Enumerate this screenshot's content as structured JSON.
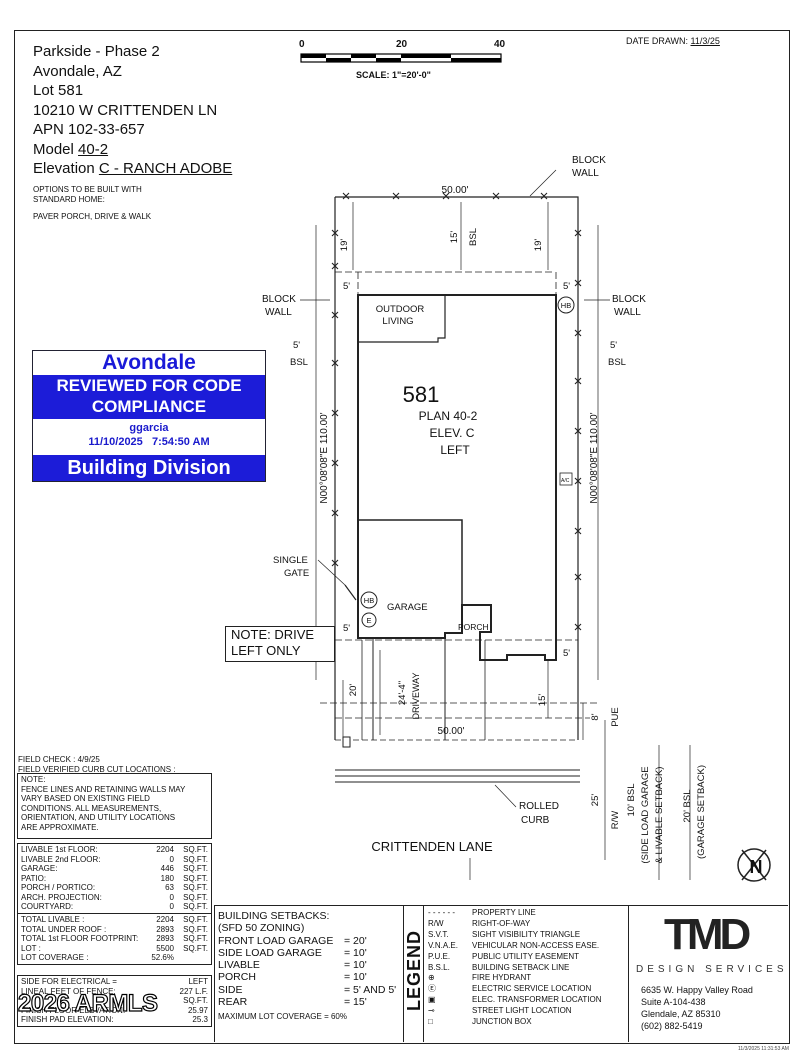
{
  "header": {
    "community": "Parkside - Phase 2",
    "city": "Avondale, AZ",
    "lot_label": "Lot",
    "lot": "581",
    "address": "10210 W CRITTENDEN LN",
    "apn_label": "APN",
    "apn": "102-33-657",
    "model_label": "Model",
    "model": "40-2",
    "elevation_label": "Elevation",
    "elevation": "C - RANCH ADOBE",
    "options_line1": "OPTIONS TO BE BUILT WITH",
    "options_line2": "STANDARD HOME:",
    "options_item": "PAVER PORCH, DRIVE & WALK"
  },
  "scale": {
    "t0": "0",
    "t20": "20",
    "t40": "40",
    "label": "SCALE:  1\"=20'-0\""
  },
  "date_drawn": {
    "label": "DATE DRAWN:",
    "value": "11/3/25"
  },
  "stamp": {
    "city": "Avondale",
    "line1": "REVIEWED FOR CODE",
    "line2": "COMPLIANCE",
    "user": "ggarcia",
    "date": "11/10/2025",
    "time": "7:54:50 AM",
    "division": "Building Division",
    "brand_color": "#1c1cd8"
  },
  "plan": {
    "lot_number": "581",
    "plan": "PLAN 40-2",
    "elev": "ELEV. C",
    "hand": "LEFT",
    "outdoor1": "OUTDOOR",
    "outdoor2": "LIVING",
    "garage": "GARAGE",
    "porch": "PORCH",
    "ac": "A/C",
    "hb": "HB",
    "e": "E",
    "width_top": "50.00'",
    "width_bottom": "50.00'",
    "bearing_left": "N00°08'08\"E 110.00'",
    "bearing_right": "N00°08'08\"E 110.00'",
    "rear_bsl": "15'",
    "bsl": "BSL",
    "d19": "19'",
    "d5": "5'",
    "d20": "20'",
    "d15": "15'",
    "d8": "8'",
    "pue": "PUE",
    "d25": "25'",
    "rw": "R/W",
    "driveway_dim": "24'-4\"",
    "driveway": "DRIVEWAY",
    "block_wall1": "BLOCK",
    "block_wall2": "WALL",
    "single_gate1": "SINGLE",
    "single_gate2": "GATE",
    "rolled1": "ROLLED",
    "rolled2": "CURB",
    "street": "CRITTENDEN LANE",
    "bsl10_1": "10' BSL",
    "bsl10_2": "(SIDE LOAD GARAGE",
    "bsl10_3": "& LIVABLE SETBACK)",
    "bsl20_1": "20' BSL",
    "bsl20_2": "(GARAGE SETBACK)",
    "north": "N"
  },
  "note_drive": {
    "line1": "NOTE: DRIVE",
    "line2": "LEFT ONLY"
  },
  "field_check": {
    "line1": "FIELD CHECK : 4/9/25",
    "line2": "FIELD VERIFIED CURB CUT LOCATIONS :"
  },
  "note": {
    "title": "NOTE:",
    "lines": [
      "FENCE LINES AND RETAINING WALLS MAY",
      "VARY BASED ON EXISTING FIELD",
      "CONDITIONS. ALL MEASUREMENTS,",
      "ORIENTATION, AND UTILITY LOCATIONS",
      "ARE APPROXIMATE."
    ]
  },
  "areas": [
    {
      "label": "LIVABLE 1st FLOOR:",
      "value": "2204",
      "unit": "SQ.FT."
    },
    {
      "label": "LIVABLE 2nd FLOOR:",
      "value": "0",
      "unit": "SQ.FT."
    },
    {
      "label": "GARAGE:",
      "value": "446",
      "unit": "SQ.FT."
    },
    {
      "label": "PATIO:",
      "value": "180",
      "unit": "SQ.FT."
    },
    {
      "label": "PORCH / PORTICO:",
      "value": "63",
      "unit": "SQ.FT."
    },
    {
      "label": "ARCH. PROJECTION:",
      "value": "0",
      "unit": "SQ.FT."
    },
    {
      "label": "COURTYARD:",
      "value": "0",
      "unit": "SQ.FT."
    }
  ],
  "totals": [
    {
      "label": "TOTAL LIVABLE :",
      "value": "2204",
      "unit": "SQ.FT."
    },
    {
      "label": "TOTAL UNDER ROOF :",
      "value": "2893",
      "unit": "SQ.FT."
    },
    {
      "label": "TOTAL 1st FLOOR FOOTPRINT:",
      "value": "2893",
      "unit": "SQ.FT."
    },
    {
      "label": "LOT :",
      "value": "5500",
      "unit": "SQ.FT."
    },
    {
      "label": "LOT COVERAGE :",
      "value": "52.6%",
      "unit": ""
    }
  ],
  "electrical": {
    "label": "SIDE FOR ELECTRICAL =",
    "value": "LEFT"
  },
  "fence": {
    "label": "LINEAL FEET OF FENCE:",
    "value": "227 L.F."
  },
  "row_hidden": {
    "label": "",
    "value": "SQ.FT."
  },
  "finish_floor": {
    "label": "FINISH FLOOR ELEVATION:",
    "value": "25.97"
  },
  "finish_pad": {
    "label": "FINISH PAD ELEVATION:",
    "value": "25.3"
  },
  "setbacks": {
    "title": "BUILDING SETBACKS:",
    "zoning": "(SFD 50 ZONING)",
    "rows": [
      {
        "label": "FRONT LOAD GARAGE",
        "value": "= 20'"
      },
      {
        "label": "SIDE LOAD GARAGE",
        "value": "= 10'"
      },
      {
        "label": "LIVABLE",
        "value": "= 10'"
      },
      {
        "label": "PORCH",
        "value": "= 10'"
      },
      {
        "label": "SIDE",
        "value": "= 5' AND 5'"
      },
      {
        "label": "REAR",
        "value": "= 15'"
      }
    ],
    "max": "MAXIMUM LOT COVERAGE = 60%"
  },
  "legend": {
    "title": "LEGEND",
    "items": [
      {
        "sym": "- - - - - -",
        "text": "PROPERTY LINE"
      },
      {
        "sym": "R/W",
        "text": "RIGHT-OF-WAY"
      },
      {
        "sym": "S.V.T.",
        "text": "SIGHT VISIBILITY TRIANGLE"
      },
      {
        "sym": "V.N.A.E.",
        "text": "VEHICULAR NON-ACCESS EASE."
      },
      {
        "sym": "P.U.E.",
        "text": "PUBLIC UTILITY EASEMENT"
      },
      {
        "sym": "B.S.L.",
        "text": "BUILDING SETBACK LINE"
      },
      {
        "sym": "⊕",
        "text": "FIRE HYDRANT"
      },
      {
        "sym": "Ⓔ",
        "text": "ELECTRIC SERVICE LOCATION"
      },
      {
        "sym": "▣",
        "text": "ELEC. TRANSFORMER LOCATION"
      },
      {
        "sym": "⊸",
        "text": "STREET LIGHT LOCATION"
      },
      {
        "sym": "□",
        "text": "JUNCTION BOX"
      }
    ]
  },
  "company": {
    "logo": "TMD",
    "sub": "DESIGN SERVICES",
    "addr1": "6635 W. Happy Valley Road",
    "addr2": "Suite A-104-438",
    "addr3": "Glendale, AZ 85310",
    "phone": "(602) 882-5419"
  },
  "watermark": "2026 ARMLS",
  "footer_stamp": "11/3/2025 11:31:53 AM"
}
